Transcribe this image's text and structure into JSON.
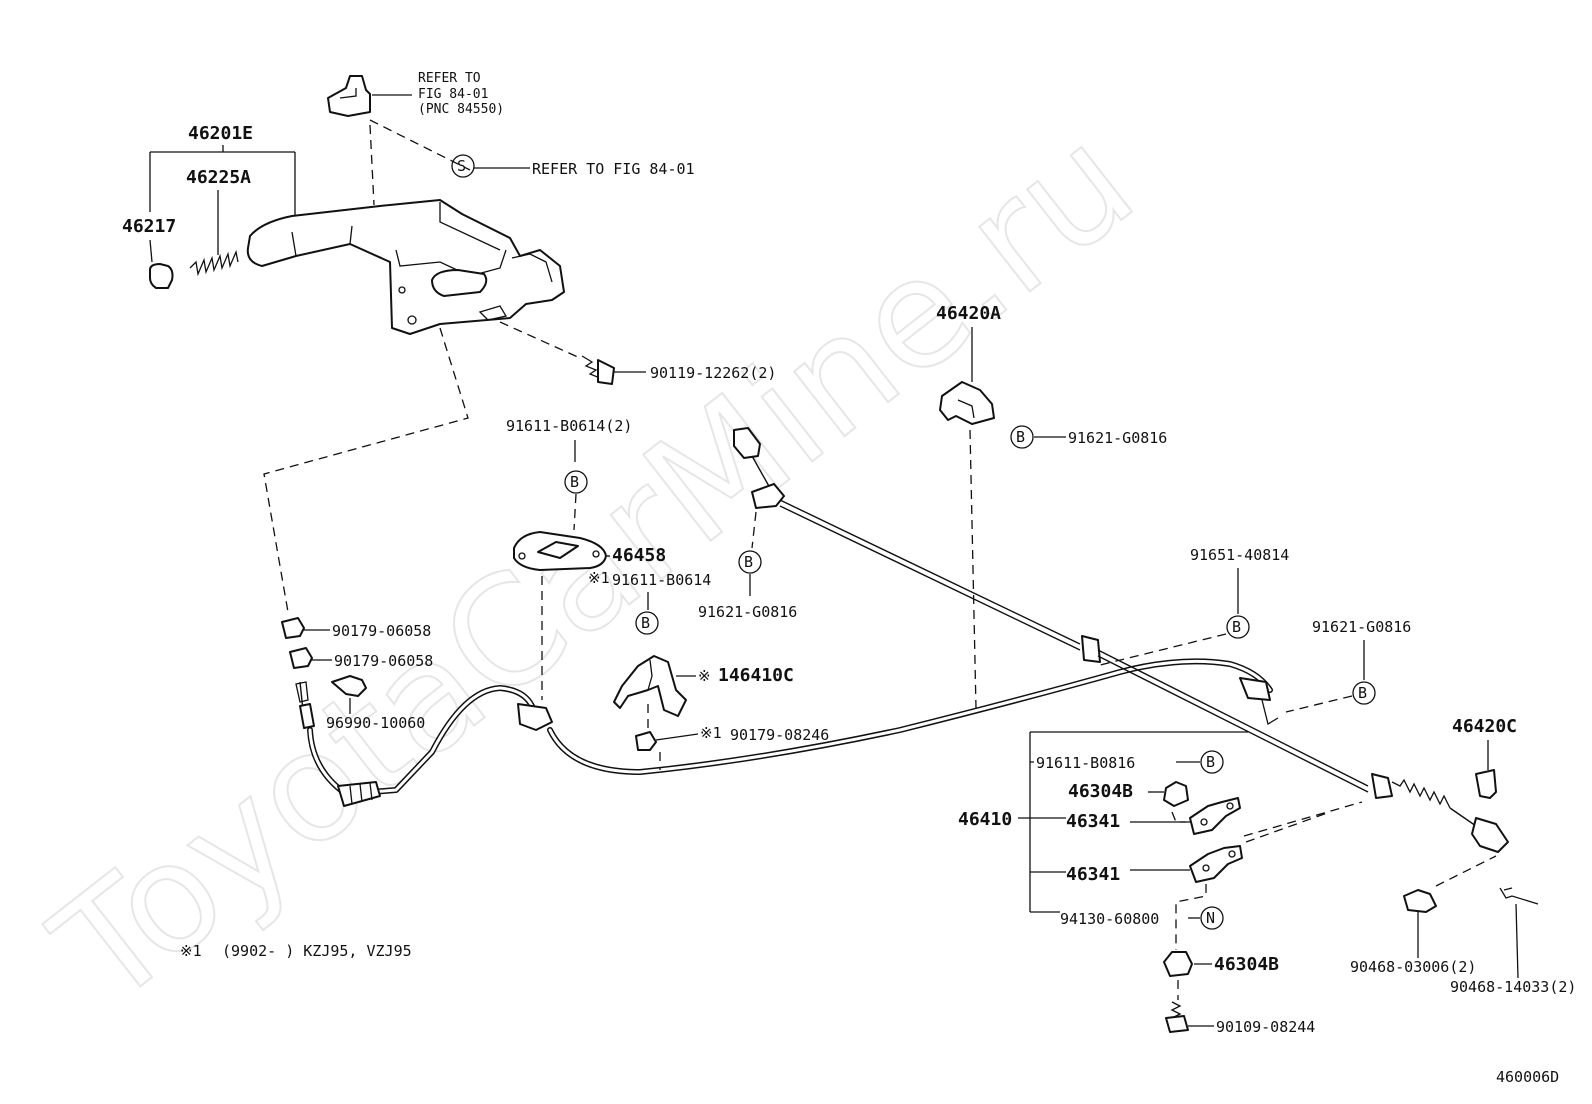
{
  "watermark": "ToyotaCarMine.ru",
  "figure_code": "460006D",
  "footnote": {
    "mark": "※1",
    "text": "(9902-     ) KZJ95, VZJ95"
  },
  "refer_note": {
    "line1": "REFER TO",
    "line2": "FIG 84-01",
    "line3": "(PNC 84550)",
    "s_symbol": "S",
    "s_text": "REFER TO FIG 84-01"
  },
  "symbols": {
    "b": "B",
    "n": "N"
  },
  "part_numbers": {
    "p46201E": "46201E",
    "p46225A": "46225A",
    "p46217": "46217",
    "p90119": "90119-12262(2)",
    "p91611_0614_2": "91611-B0614(2)",
    "p46458": "46458",
    "p91611_0614": "91611-B0614",
    "p91611_mark": "※1",
    "p91621_a": "91621-G0816",
    "p46420A": "46420A",
    "p91621_b": "91621-G0816",
    "p91651": "91651-40814",
    "p91621_c": "91621-G0816",
    "p90179_a": "90179-06058",
    "p90179_b": "90179-06058",
    "p96990": "96990-10060",
    "p46410C": "146410C",
    "p46410C_mark": "※",
    "p90179_08246": "90179-08246",
    "p90179_08246_mark": "※1",
    "p46420C": "46420C",
    "p46410": "46410",
    "p91611_0816": "91611-B0816",
    "p46304B_a": "46304B",
    "p46341_a": "46341",
    "p46341_b": "46341",
    "p94130": "94130-60800",
    "p46304B_b": "46304B",
    "p90109": "90109-08244",
    "p90468_03006": "90468-03006(2)",
    "p90468_14033": "90468-14033(2)"
  }
}
